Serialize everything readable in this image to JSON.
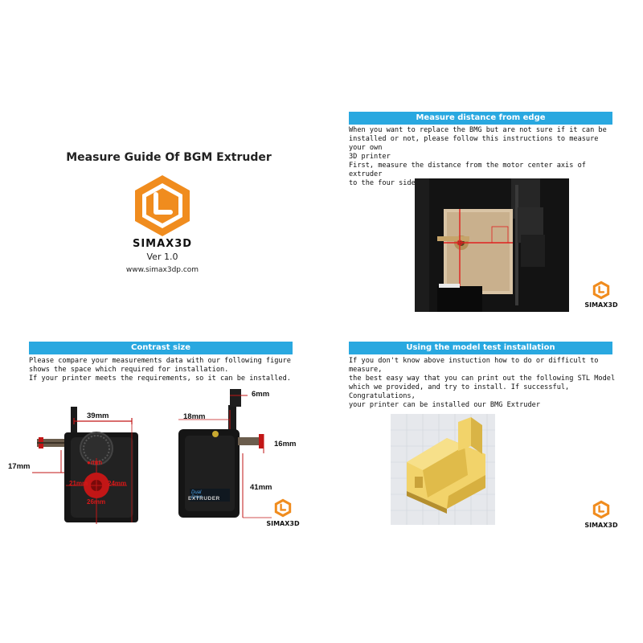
{
  "panel1": {
    "title": "Measure Guide Of BGM Extruder",
    "brand": "SIMAX3D",
    "version": "Ver 1.0",
    "website": "www.simax3dp.com"
  },
  "panel2": {
    "header": "Measure distance from edge",
    "text": "When you want to replace the BMG but are not sure if it can be\ninstalled or not, please follow this instructions to measure your own\n3D printer\nFirst, measure the distance  from the motor center axis of extruder\nto the four sides",
    "brand": "SIMAX3D"
  },
  "panel3": {
    "header": "Contrast size",
    "text": "Please compare your measurements data with our following figure\nshows the space which required for installation.\nIf your printer meets the requirements, so it can be installed.",
    "dims": {
      "d39": "39mm",
      "d17": "17mm",
      "d21": "21mm",
      "d24": "24mm",
      "d26": "26mm",
      "d6": "6mm",
      "d18": "18mm",
      "d16": "16mm",
      "d41": "41mm"
    },
    "front_label_line1": "Dual Drive",
    "front_label_line2": "EXTRUDER",
    "brand": "SIMAX3D"
  },
  "panel4": {
    "header": "Using the model test installation",
    "text": "If you don't know above instuction how to do or difficult to measure,\nthe best easy way that you can print out the following STL Model\nwhich we provided, and try to install. If successful, Congratulations,\nyour printer can be installed our BMG Extruder",
    "brand": "SIMAX3D"
  },
  "colors": {
    "accent_blue": "#29a8e0",
    "logo_orange": "#f08c1e",
    "model_yellow": "#f2d36a",
    "dim_red": "#d81818"
  }
}
